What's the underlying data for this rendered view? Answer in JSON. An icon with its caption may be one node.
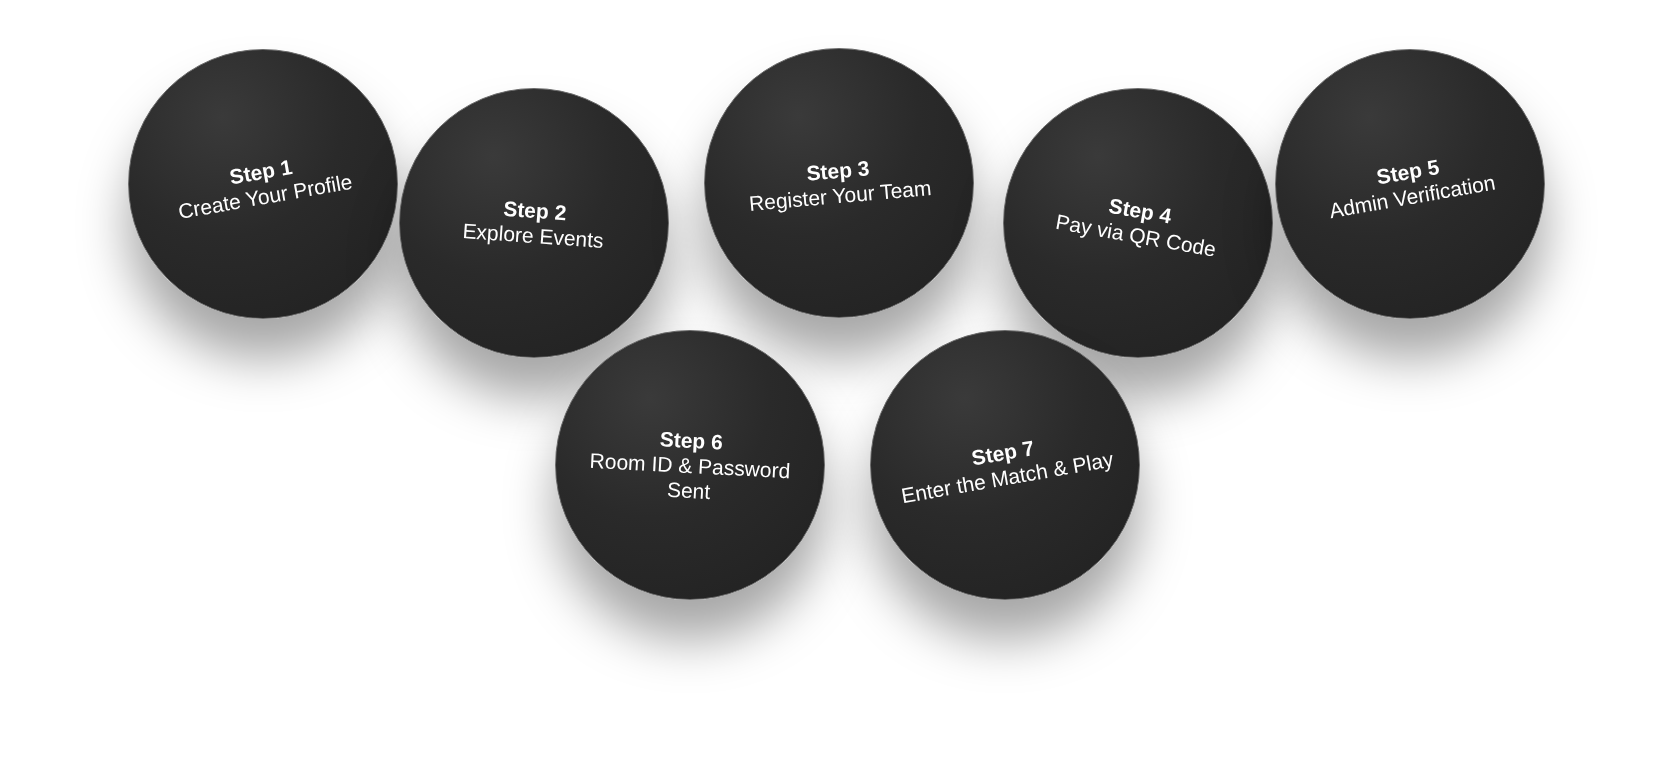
{
  "diagram": {
    "nodes": [
      {
        "text": [
          "Step 1",
          "Create Your Profile"
        ]
      },
      {
        "text": [
          "Step 2",
          "Explore Events"
        ]
      },
      {
        "text": [
          "Step 3",
          "Register Your Team"
        ]
      },
      {
        "text": [
          "Step 4",
          "Pay via QR Code"
        ]
      },
      {
        "text": [
          "Step 5",
          "Admin Verification"
        ]
      },
      {
        "text": [
          "Step 6",
          "Room ID & Password Sent"
        ]
      },
      {
        "text": [
          "Step 7",
          "Enter the Match & Play"
        ]
      }
    ]
  }
}
